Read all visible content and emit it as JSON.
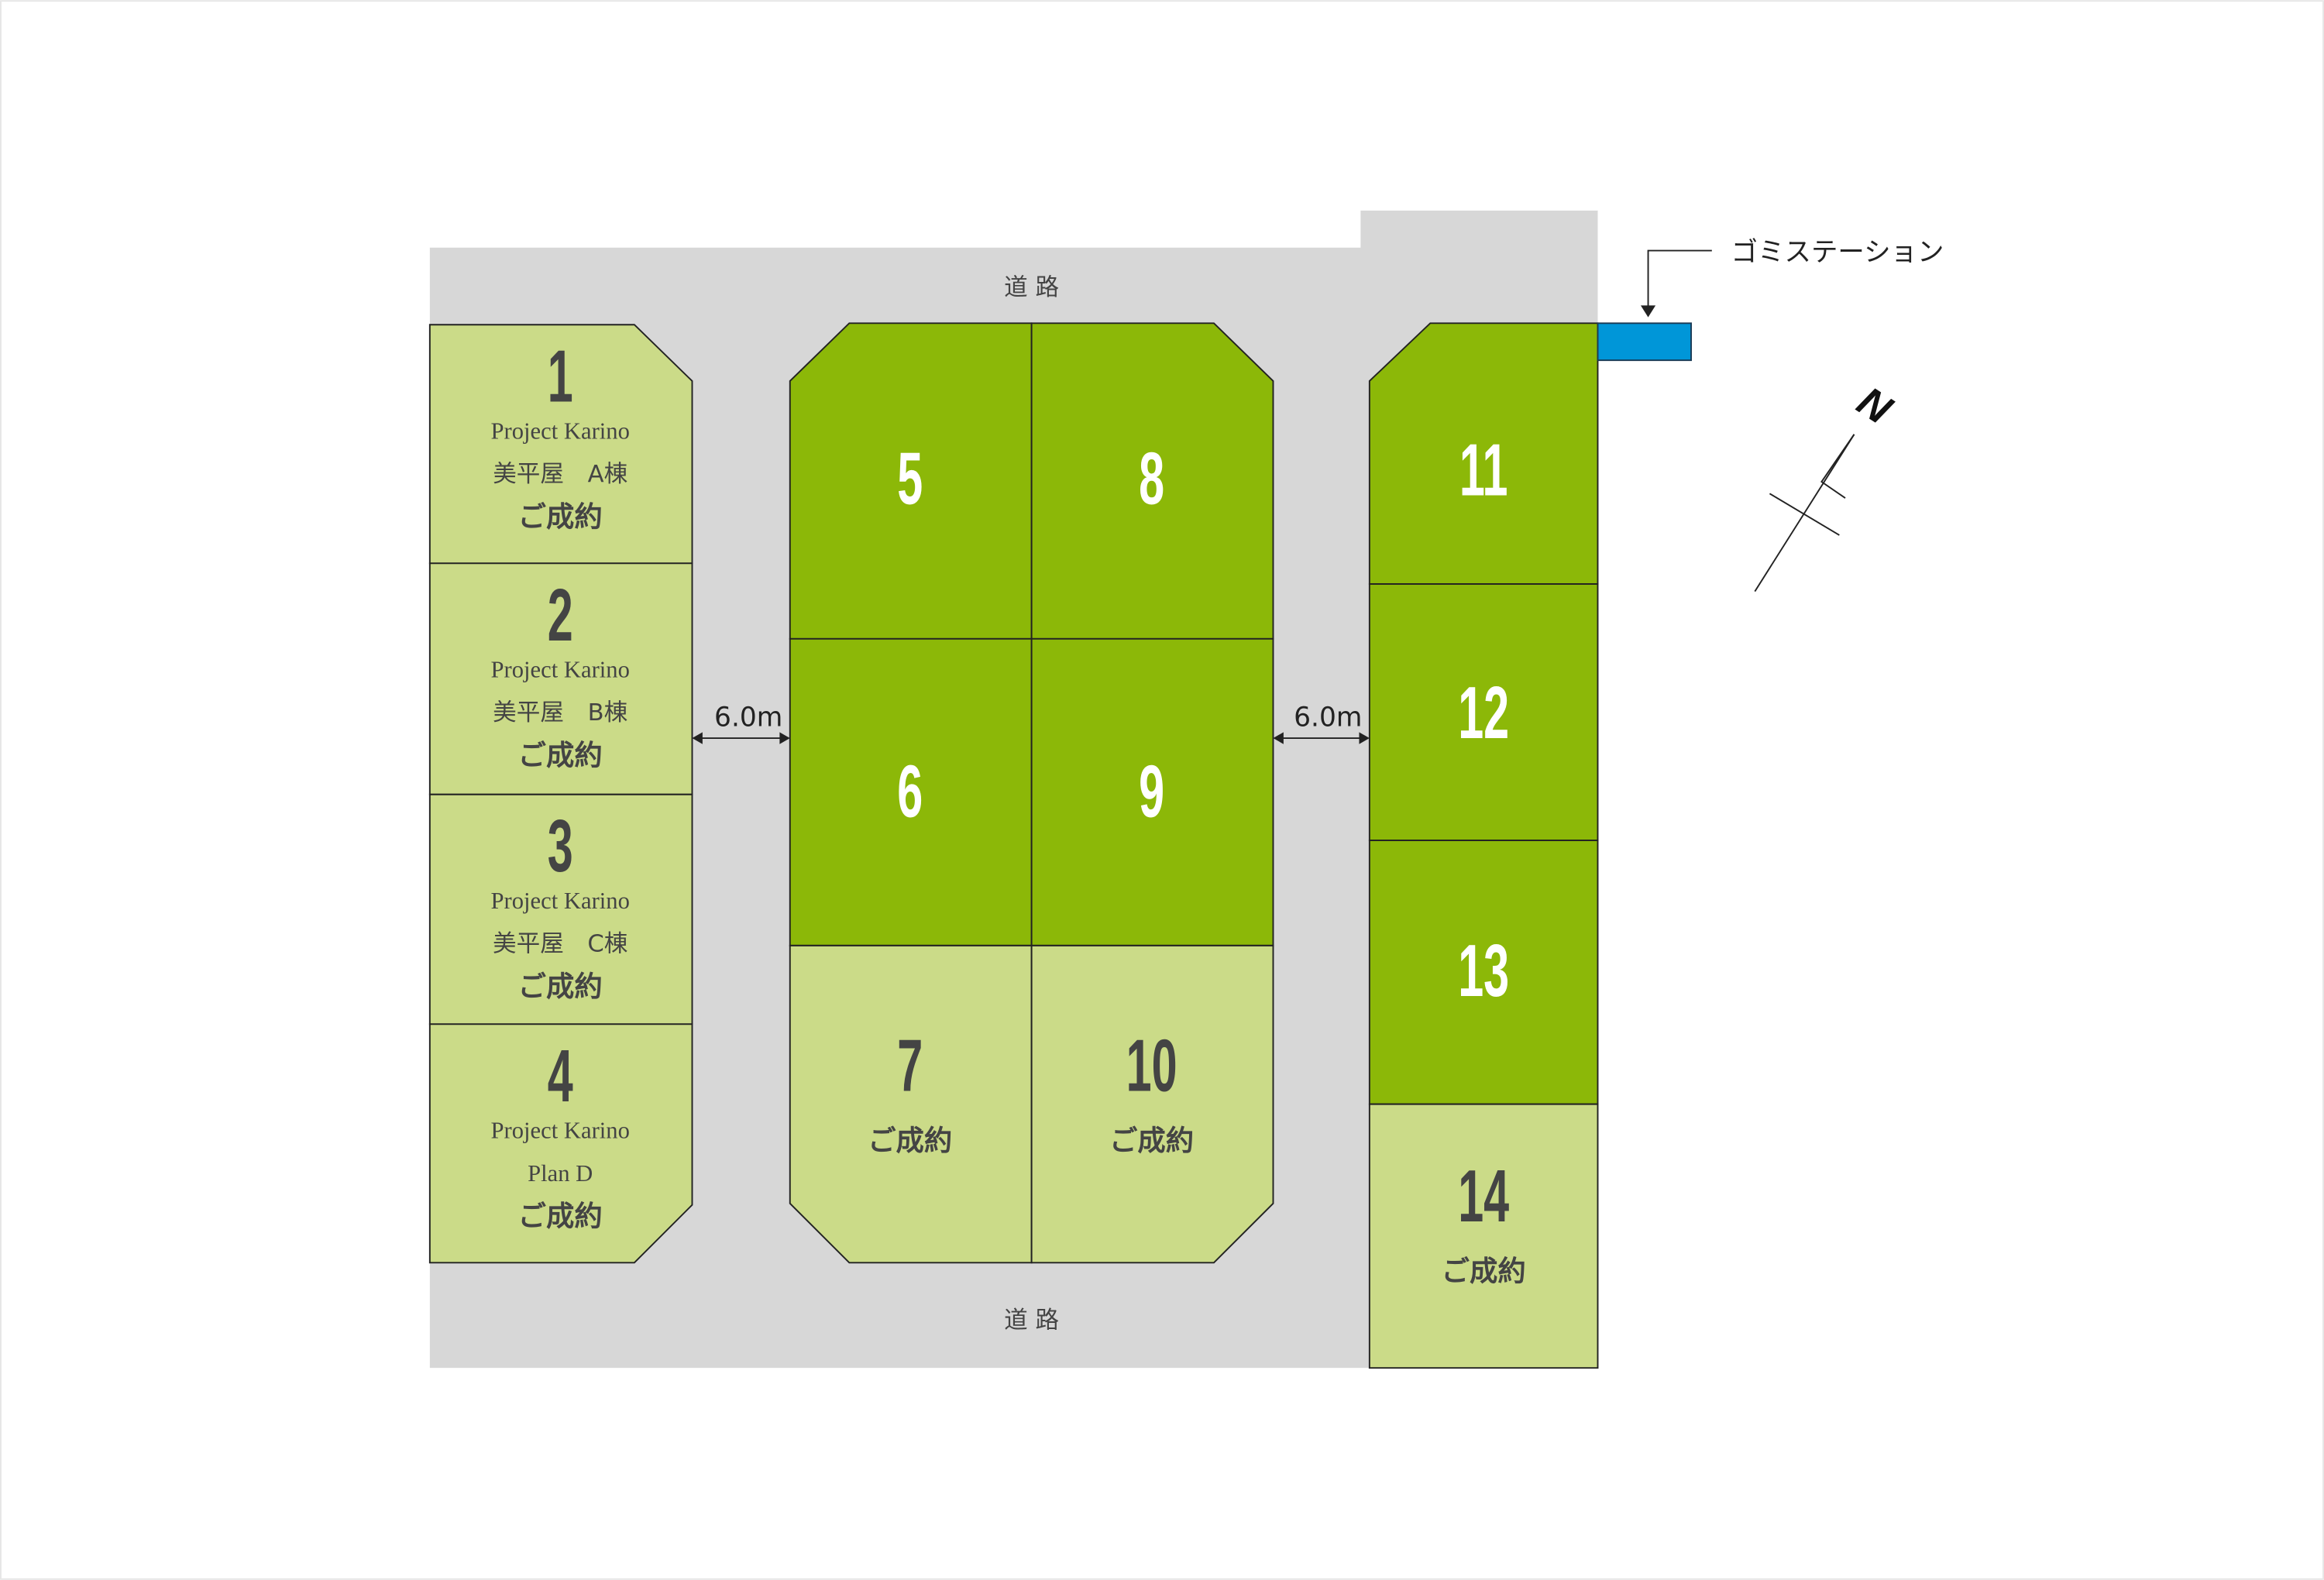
{
  "road_labels": {
    "top": "道 路",
    "bottom": "道 路"
  },
  "aisle_widths": {
    "left": "6.0m",
    "right": "6.0m"
  },
  "garbage_station_label": "ゴミステーション",
  "compass_label": "N",
  "colors": {
    "available": "#8cb808",
    "sold": "#cbdb88",
    "road": "#d7d7d7",
    "garbage_station": "#0096d8",
    "text": "#444444"
  },
  "lots": [
    {
      "number": "1",
      "state": "sold",
      "lines": [
        "Project Karino",
        "美平屋　A棟"
      ],
      "status": "ご成約"
    },
    {
      "number": "2",
      "state": "sold",
      "lines": [
        "Project Karino",
        "美平屋　B棟"
      ],
      "status": "ご成約"
    },
    {
      "number": "3",
      "state": "sold",
      "lines": [
        "Project Karino",
        "美平屋　C棟"
      ],
      "status": "ご成約"
    },
    {
      "number": "4",
      "state": "sold",
      "lines": [
        "Project Karino",
        "Plan D"
      ],
      "status": "ご成約"
    },
    {
      "number": "5",
      "state": "available",
      "lines": [],
      "status": ""
    },
    {
      "number": "6",
      "state": "available",
      "lines": [],
      "status": ""
    },
    {
      "number": "7",
      "state": "sold",
      "lines": [],
      "status": "ご成約"
    },
    {
      "number": "8",
      "state": "available",
      "lines": [],
      "status": ""
    },
    {
      "number": "9",
      "state": "available",
      "lines": [],
      "status": ""
    },
    {
      "number": "10",
      "state": "sold",
      "lines": [],
      "status": "ご成約"
    },
    {
      "number": "11",
      "state": "available",
      "lines": [],
      "status": ""
    },
    {
      "number": "12",
      "state": "available",
      "lines": [],
      "status": ""
    },
    {
      "number": "13",
      "state": "available",
      "lines": [],
      "status": ""
    },
    {
      "number": "14",
      "state": "sold",
      "lines": [],
      "status": "ご成約"
    }
  ]
}
